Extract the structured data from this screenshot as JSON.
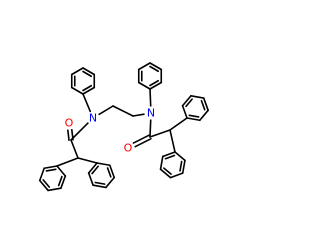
{
  "molecule": {
    "atom_labels": {
      "oxygen_left": "O",
      "oxygen_right": "O",
      "nitrogen_left": "N",
      "nitrogen_right": "N"
    },
    "colors": {
      "bond": "#000000",
      "oxygen": "#ff0000",
      "nitrogen": "#0000ff"
    }
  }
}
